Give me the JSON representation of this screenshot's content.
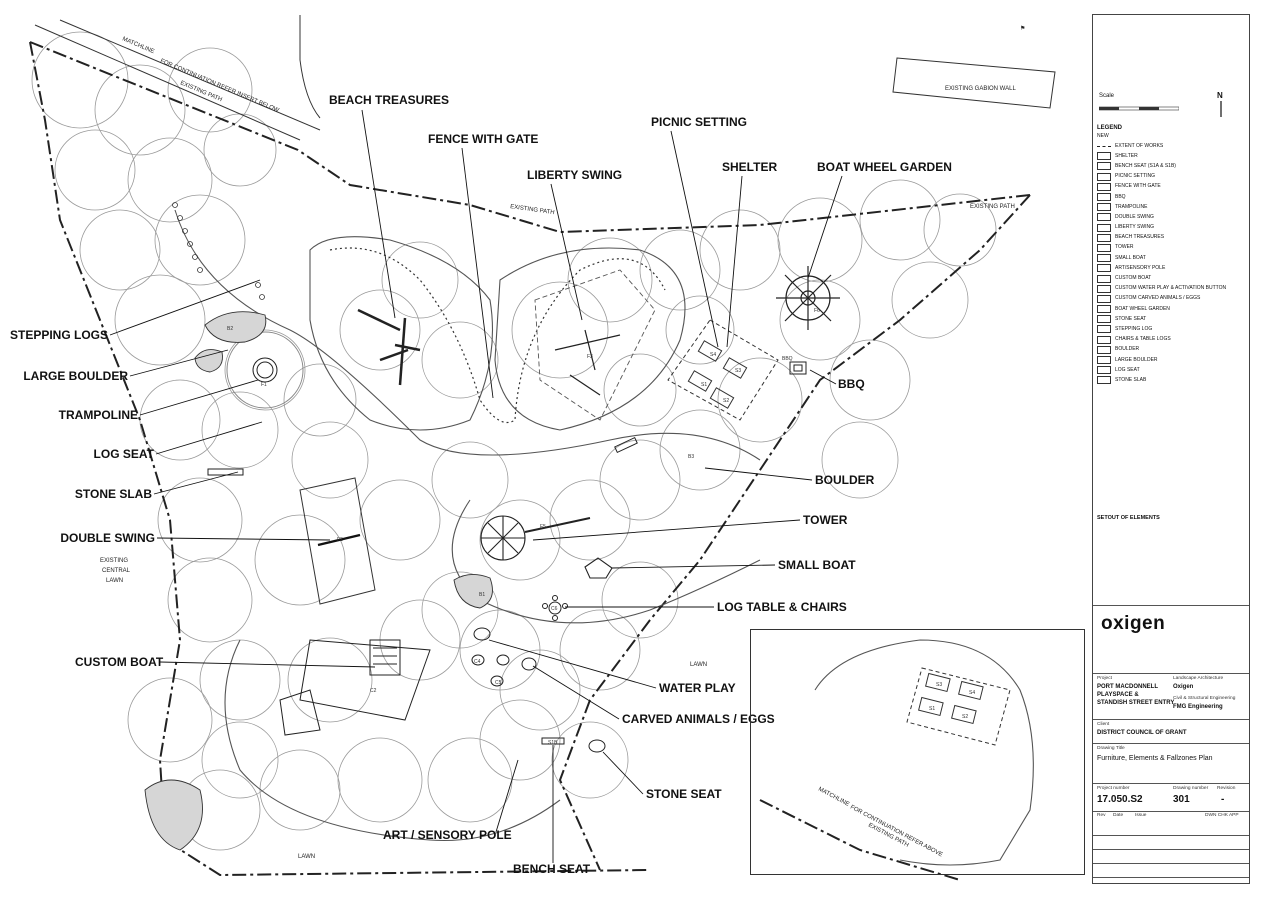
{
  "sheet_marker": "⚑",
  "callouts": [
    {
      "id": "beach-treasures",
      "label": "BEACH TREASURES"
    },
    {
      "id": "fence-with-gate",
      "label": "FENCE WITH GATE"
    },
    {
      "id": "picnic-setting",
      "label": "PICNIC SETTING"
    },
    {
      "id": "liberty-swing",
      "label": "LIBERTY SWING"
    },
    {
      "id": "shelter",
      "label": "SHELTER"
    },
    {
      "id": "boat-wheel-garden",
      "label": "BOAT WHEEL GARDEN"
    },
    {
      "id": "stepping-logs",
      "label": "STEPPING LOGS"
    },
    {
      "id": "large-boulder",
      "label": "LARGE BOULDER"
    },
    {
      "id": "trampoline",
      "label": "TRAMPOLINE"
    },
    {
      "id": "log-seat",
      "label": "LOG SEAT"
    },
    {
      "id": "stone-slab",
      "label": "STONE SLAB"
    },
    {
      "id": "double-swing",
      "label": "DOUBLE SWING"
    },
    {
      "id": "bbq",
      "label": "BBQ"
    },
    {
      "id": "boulder",
      "label": "BOULDER"
    },
    {
      "id": "tower",
      "label": "TOWER"
    },
    {
      "id": "small-boat",
      "label": "SMALL BOAT"
    },
    {
      "id": "log-table-chairs",
      "label": "LOG TABLE & CHAIRS"
    },
    {
      "id": "custom-boat",
      "label": "CUSTOM BOAT"
    },
    {
      "id": "water-play",
      "label": "WATER PLAY"
    },
    {
      "id": "carved-animals",
      "label": "CARVED ANIMALS / EGGS"
    },
    {
      "id": "stone-seat",
      "label": "STONE SEAT"
    },
    {
      "id": "art-sensory-pole",
      "label": "ART / SENSORY POLE"
    },
    {
      "id": "bench-seat",
      "label": "BENCH SEAT"
    }
  ],
  "map_notes": {
    "matchline": "MATCHLINE",
    "for_continuation_below": "FOR CONTINUATION REFER INSERT BELOW",
    "existing_path": "EXISTING PATH",
    "existing_gabion_wall": "EXISTING GABION WALL",
    "existing_central_lawn": [
      "EXISTING",
      "CENTRAL",
      "LAWN"
    ],
    "lawn": "LAWN",
    "inset_matchline": "MATCHLINE",
    "inset_continuation": "FOR CONTINUATION REFER ABOVE",
    "inset_existing_path": "EXISTING PATH"
  },
  "element_tags": {
    "f1": "F1",
    "f2": "F2",
    "f3": "F3",
    "f5": "F5",
    "f6": "F6",
    "b1": "B1",
    "b2": "B2",
    "b3": "B3",
    "c2": "C2",
    "c4": "C4",
    "c5": "C5",
    "c6": "C6",
    "s1": "S1",
    "s2": "S2",
    "s3": "S3",
    "s4": "S4",
    "s1b": "S1B",
    "bbq": "BBQ"
  },
  "title_block": {
    "scale_label": "Scale",
    "north": "N",
    "legend_title": "LEGEND",
    "legend_new": "NEW",
    "legend_items": [
      "EXTENT OF WORKS",
      "SHELTER",
      "BENCH SEAT (S1A & S1B)",
      "PICNIC SETTING",
      "FENCE WITH GATE",
      "BBQ",
      "TRAMPOLINE",
      "DOUBLE SWING",
      "LIBERTY SWING",
      "BEACH TREASURES",
      "TOWER",
      "SMALL BOAT",
      "ART/SENSORY POLE",
      "CUSTOM BOAT",
      "CUSTOM WATER PLAY & ACTIVATION BUTTON",
      "CUSTOM CARVED ANIMALS / EGGS",
      "BOAT WHEEL GARDEN",
      "STONE SEAT",
      "STEPPING LOG",
      "CHAIRS & TABLE LOGS",
      "BOULDER",
      "LARGE BOULDER",
      "LOG SEAT",
      "STONE SLAB"
    ],
    "setout_title": "SETOUT OF ELEMENTS",
    "logo": "oxigen",
    "project_label": "Project",
    "project_lines": [
      "PORT MACDONNELL",
      "PLAYSPACE &",
      "STANDISH STREET ENTRY"
    ],
    "landscape_label": "Landscape Architecture",
    "landscape_value": "Oxigen",
    "civil_label": "Civil & Structural Engineering",
    "civil_value": "FMG Engineering",
    "client_label": "Client",
    "client_value": "DISTRICT COUNCIL OF GRANT",
    "drawing_title_label": "Drawing Title",
    "drawing_title": "Furniture, Elements & Fallzones Plan",
    "project_number_label": "Project number",
    "project_number": "17.050.S2",
    "drawing_number_label": "Drawing number",
    "drawing_number": "301",
    "revision_label": "Revision",
    "revision": "-",
    "rev_headers": [
      "Rev",
      "Date",
      "Issue",
      "DWN CHK APP"
    ]
  },
  "colors": {
    "ink": "#111111",
    "line": "#555555",
    "paper": "#ffffff"
  }
}
